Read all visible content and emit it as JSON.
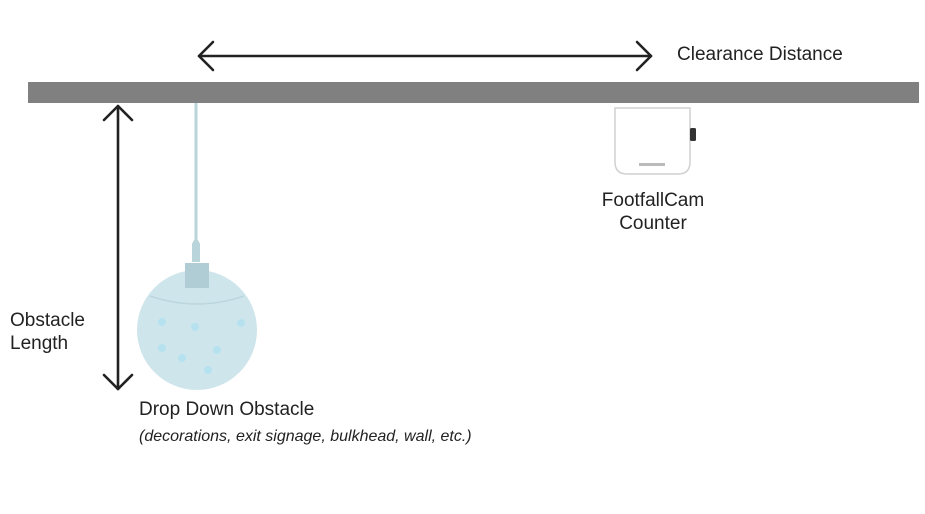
{
  "labels": {
    "clearance_distance": "Clearance Distance",
    "obstacle_length_line1": "Obstacle",
    "obstacle_length_line2": "Length",
    "counter_line1": "FootfallCam",
    "counter_line2": "Counter",
    "drop_down_title": "Drop Down Obstacle",
    "drop_down_examples": "(decorations, exit signage, bulkhead, wall, etc.)"
  },
  "colors": {
    "ceiling": "#808080",
    "arrow": "#222222",
    "cord": "#b9d4da",
    "globe": "#cfe5ec",
    "globe_dot": "#b8e3f0",
    "camera_body": "#ffffff",
    "camera_outline": "#cccccc"
  }
}
